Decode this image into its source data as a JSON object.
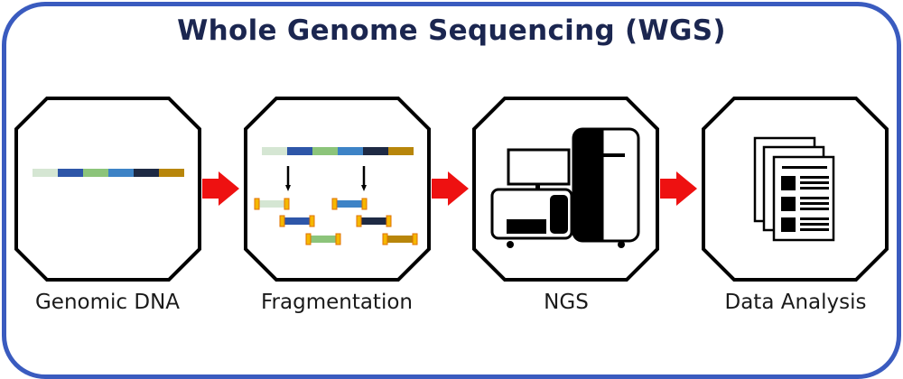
{
  "title": "Whole Genome Sequencing (WGS)",
  "steps": [
    {
      "label": "Genomic DNA",
      "icon": "dna-strand-icon"
    },
    {
      "label": "Fragmentation",
      "icon": "dna-fragments-icon"
    },
    {
      "label": "NGS",
      "icon": "sequencer-icon"
    },
    {
      "label": "Data Analysis",
      "icon": "documents-icon"
    }
  ],
  "colors": {
    "border": "#3a5bbf",
    "title": "#1b2650",
    "arrow": "#ee1111",
    "dna_segments": [
      "#d5e6d3",
      "#2e56a8",
      "#8cc47a",
      "#3d83c6",
      "#1e2a44",
      "#b8860b"
    ],
    "fragment_cap": "#f5b800"
  }
}
